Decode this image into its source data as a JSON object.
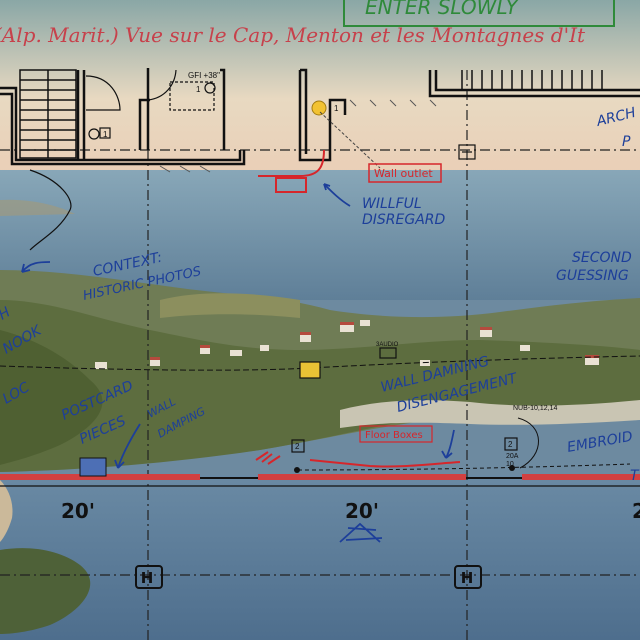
{
  "caption": "(Alp. Marit.)  Vue sur le Cap, Menton et les Montagnes d'It",
  "top_note": "ENTER SLOWLY",
  "plan": {
    "gfi": "GFI +38\"",
    "tag1": "1",
    "tag2": "1",
    "tag3": "1",
    "wall_outlet": "Wall outlet",
    "floor_boxes": "Floor Boxes",
    "dim_left": "20'",
    "dim_mid": "20'",
    "dim_right": "2",
    "circuit": "NUB-10,12,14",
    "box_20a": "20A",
    "box_10": "10",
    "box_2": "2",
    "small_box": "2",
    "label_mid": "3AUDIO"
  },
  "notes": {
    "willful": [
      "WILLFUL",
      "DISREGARD"
    ],
    "context": [
      "CONTEXT:",
      "HISTORIC PHOTOS"
    ],
    "second": [
      "SECOND",
      "GUESSING"
    ],
    "arch": [
      "ARCH",
      "P"
    ],
    "nook": [
      "H",
      "NOOK"
    ],
    "loc": "LOC",
    "postcard": [
      "POSTCARD",
      "PIECES"
    ],
    "wall_damning": [
      "WALL DAMNING",
      "DISENGAGEMENT"
    ],
    "wall_damping": [
      "WALL",
      "DAMPING"
    ],
    "embroid": [
      "EMBROID",
      "T"
    ]
  },
  "colors": {
    "ink_blue": "#1d3f9a",
    "ink_red": "#d6262b",
    "plan_black": "#111111",
    "sea": "#6e8ea6",
    "sky": "#e6d8c2"
  }
}
